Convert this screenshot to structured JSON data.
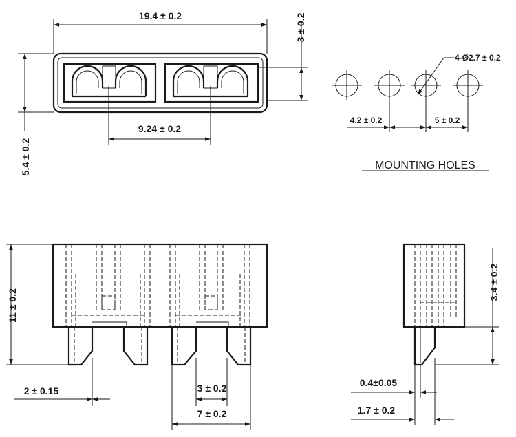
{
  "dimensions": {
    "overall_width": "19.4 ± 0.2",
    "overall_height": "3 ± 0.2",
    "pin_pitch_top": "9.24 ± 0.2",
    "body_depth": "5.4 ± 0.2",
    "hole_diameter": "4-Ø2.7 ± 0.2",
    "hole_spacing_a": "4.2 ± 0.2",
    "hole_spacing_b": "5 ± 0.2",
    "body_height": "11 ± 0.2",
    "terminal_width": "2 ± 0.15",
    "terminal_gap": "3 ± 0.2",
    "terminal_span": "7 ± 0.2",
    "side_height": "3.4 ± 0.2",
    "terminal_thickness": "0.4±0.05",
    "side_offset": "1.7 ± 0.2"
  },
  "labels": {
    "mounting_holes": "MOUNTING HOLES"
  }
}
